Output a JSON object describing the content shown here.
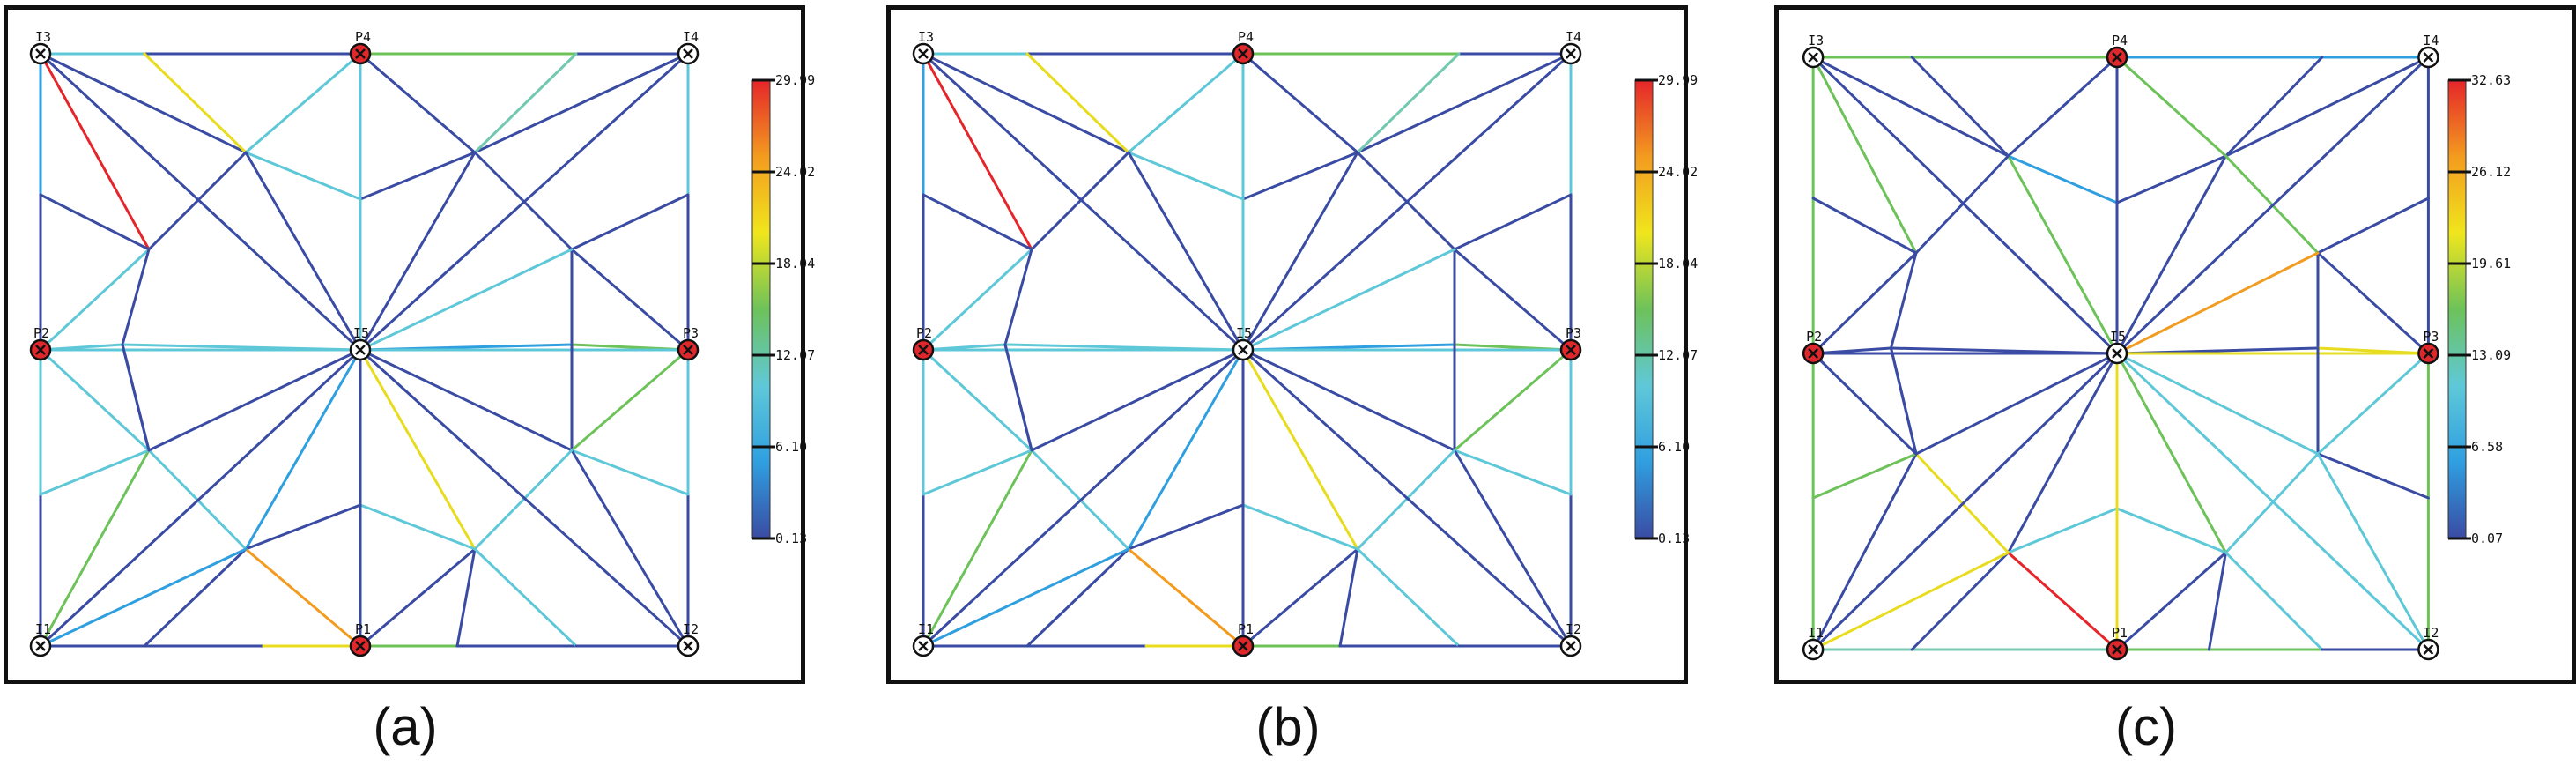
{
  "panels": [
    {
      "caption": "(a)",
      "colorbar": {
        "ticks": [
          "29.99",
          "24.02",
          "18.04",
          "12.07",
          "6.10",
          "0.13"
        ]
      },
      "nodes": {
        "I3": "I3",
        "P4": "P4",
        "I4": "I4",
        "P2": "P2",
        "I5": "I5",
        "P3": "P3",
        "I1": "I1",
        "P1": "P1",
        "I2": "I2"
      }
    },
    {
      "caption": "(b)",
      "colorbar": {
        "ticks": [
          "29.99",
          "24.02",
          "18.04",
          "12.07",
          "6.10",
          "0.13"
        ]
      },
      "nodes": {
        "I3": "I3",
        "P4": "P4",
        "I4": "I4",
        "P2": "P2",
        "I5": "I5",
        "P3": "P3",
        "I1": "I1",
        "P1": "P1",
        "I2": "I2"
      }
    },
    {
      "caption": "(c)",
      "colorbar": {
        "ticks": [
          "32.63",
          "26.12",
          "19.61",
          "13.09",
          "6.58",
          "0.07"
        ]
      },
      "nodes": {
        "I3": "I3",
        "P4": "P4",
        "I4": "I4",
        "P2": "P2",
        "I5": "I5",
        "P3": "P3",
        "I1": "I1",
        "P1": "P1",
        "I2": "I2"
      }
    }
  ],
  "colors": {
    "node_red": "#e0272b",
    "node_white": "#ffffff",
    "colormap": [
      "#3a4ba3",
      "#2f9fe0",
      "#5fc8d8",
      "#6dc25a",
      "#f0e61c",
      "#f39b1f",
      "#e5252a"
    ]
  }
}
